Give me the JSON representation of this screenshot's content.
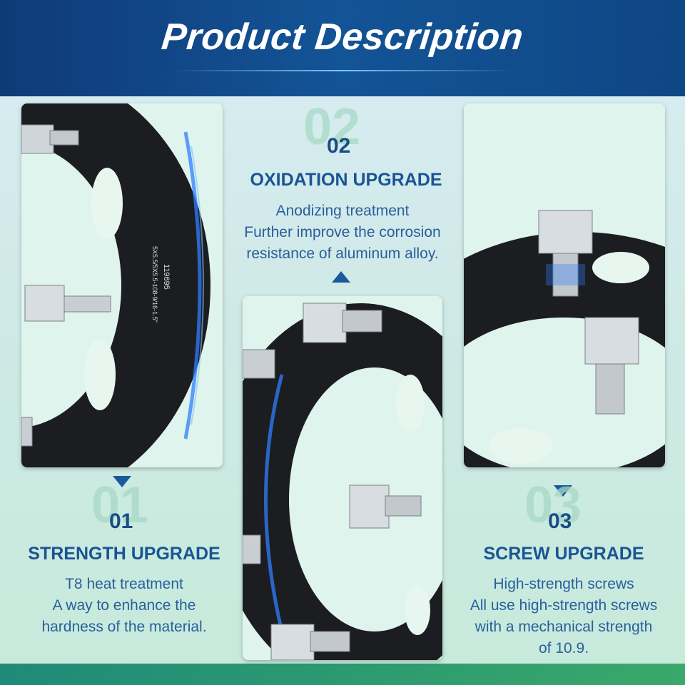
{
  "header": {
    "title": "Product Description"
  },
  "features": [
    {
      "number": "01",
      "title": "STRENGTH UPGRADE",
      "lines": [
        "T8 heat treatment",
        "A way to enhance the",
        "hardness of the material."
      ]
    },
    {
      "number": "02",
      "title": "OXIDATION UPGRADE",
      "lines": [
        "Anodizing treatment",
        "Further improve the corrosion",
        "resistance of aluminum alloy."
      ]
    },
    {
      "number": "03",
      "title": "SCREW UPGRADE",
      "lines": [
        "High-strength screws",
        "All use high-strength screws",
        "with a mechanical strength",
        "of 10.9."
      ]
    }
  ],
  "product_marking": {
    "part_number": "119695",
    "spec": "5X5.5/5X5.5-108-9/16-1.5\""
  },
  "colors": {
    "title": "#ffffff",
    "heading": "#1a5494",
    "body": "#2a5f9c",
    "accent": "#1a5a9c",
    "spacer": "#1b1c1f",
    "glow": "#2f7dff"
  }
}
